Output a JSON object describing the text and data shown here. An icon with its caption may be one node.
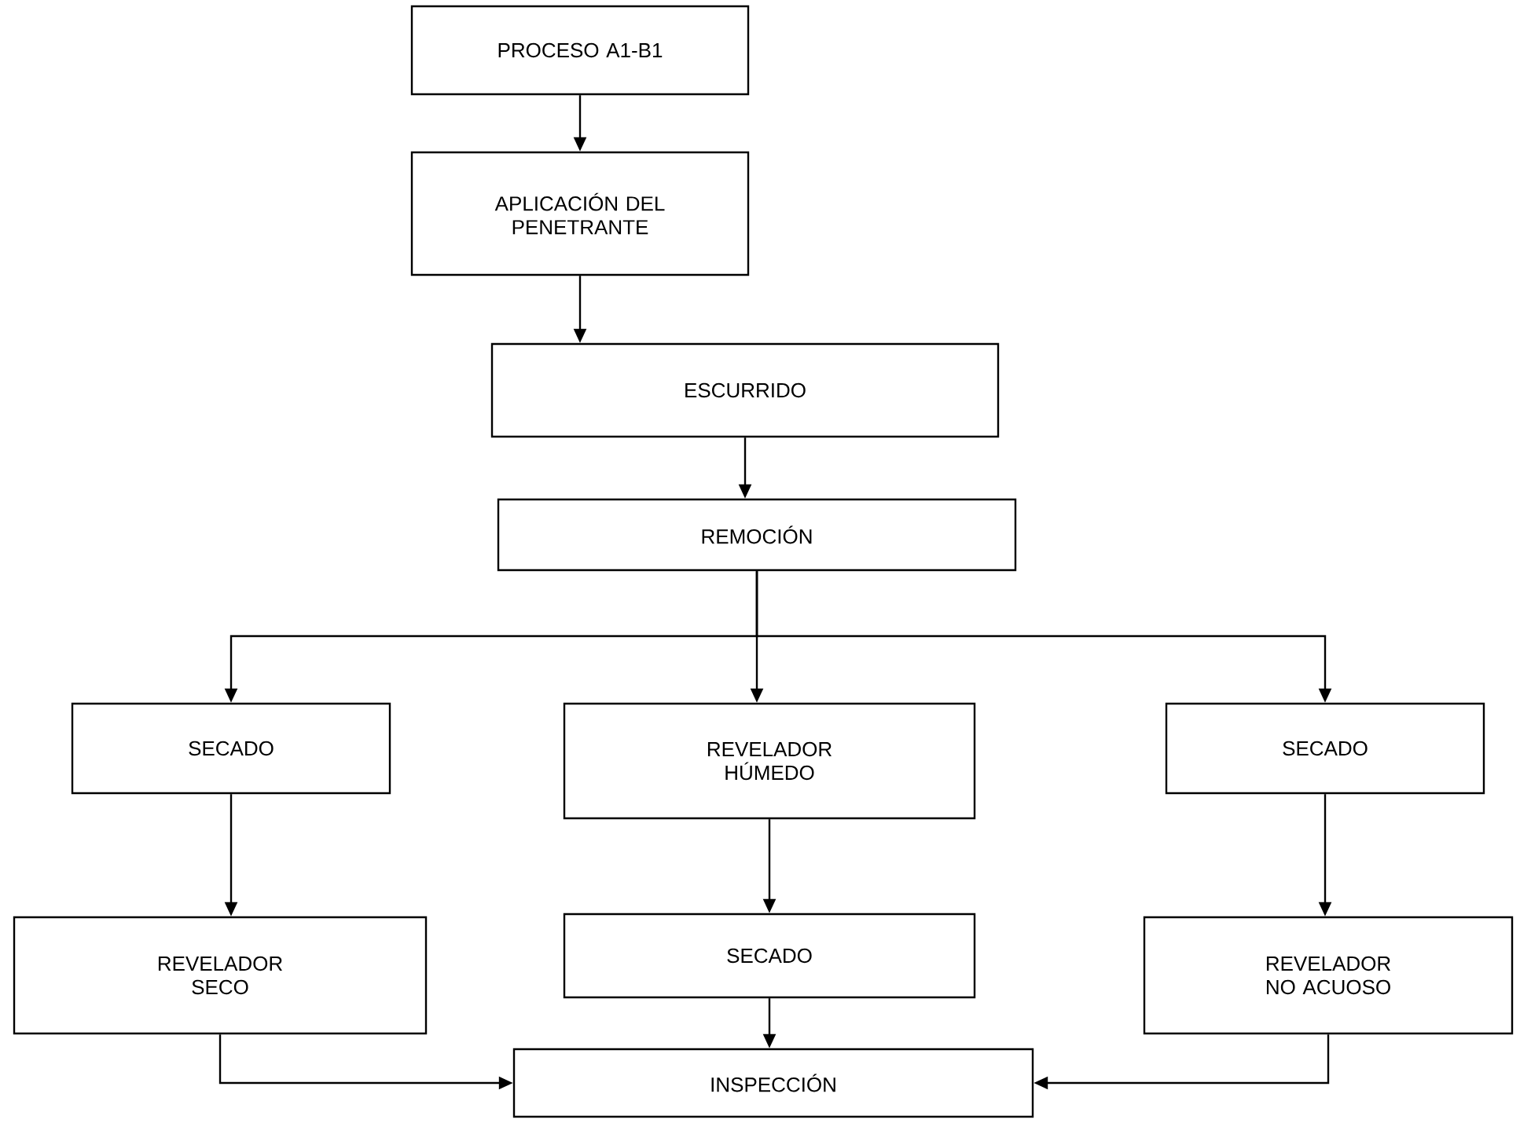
{
  "diagram": {
    "nodes": [
      {
        "text": [
          "PROCESO A1-B1"
        ]
      },
      {
        "text": [
          "APLICACIÓN DEL PENETRANTE"
        ]
      },
      {
        "text": [
          "ESCURRIDO"
        ]
      },
      {
        "text": [
          "REMOCIÓN"
        ]
      },
      {
        "text": [
          "SECADO"
        ]
      },
      {
        "text": [
          "REVELADOR HÚMEDO"
        ]
      },
      {
        "text": [
          "SECADO"
        ]
      },
      {
        "text": [
          "REVELADOR SECO"
        ]
      },
      {
        "text": [
          "SECADO"
        ]
      },
      {
        "text": [
          "REVELADOR NO ACUOSO"
        ]
      },
      {
        "text": [
          "INSPECCIÓN"
        ]
      }
    ],
    "edges": [
      {
        "from": 0,
        "to": 1,
        "arrow": "to"
      },
      {
        "from": 1,
        "to": 2,
        "arrow": "to"
      },
      {
        "from": 2,
        "to": 3,
        "arrow": "to"
      },
      {
        "from": 3,
        "to": 4,
        "arrow": "to"
      },
      {
        "from": 3,
        "to": 5,
        "arrow": "to"
      },
      {
        "from": 3,
        "to": 6,
        "arrow": "to"
      },
      {
        "from": 4,
        "to": 7,
        "arrow": "to"
      },
      {
        "from": 5,
        "to": 8,
        "arrow": "to"
      },
      {
        "from": 6,
        "to": 9,
        "arrow": "to"
      },
      {
        "from": 7,
        "to": 10,
        "arrow": "to"
      },
      {
        "from": 8,
        "to": 10,
        "arrow": "to"
      },
      {
        "from": 9,
        "to": 10,
        "arrow": "to"
      }
    ]
  }
}
